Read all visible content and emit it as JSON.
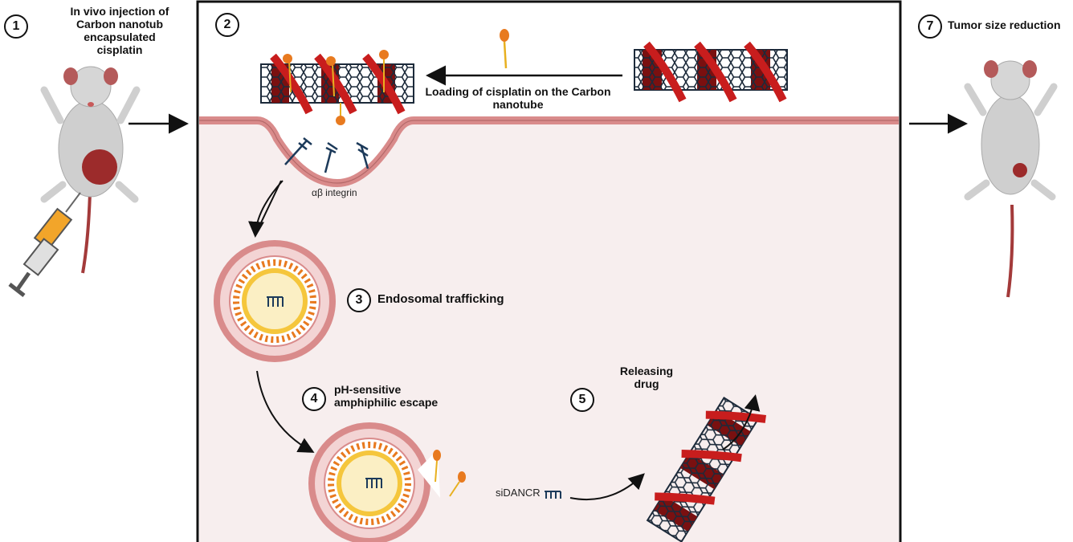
{
  "steps": [
    {
      "number": "1",
      "label": "In vivo injection of Carbon nanotub encapsulated cisplatin"
    },
    {
      "number": "2",
      "label": "Loading of cisplatin on the Carbon nanotube"
    },
    {
      "number": "3",
      "label": "Endosomal trafficking"
    },
    {
      "number": "4",
      "label": "pH-sensitive amphiphilic escape"
    },
    {
      "number": "5",
      "label": "Releasing drug"
    },
    {
      "number": "7",
      "label": "Tumor size reduction"
    }
  ],
  "labels": {
    "integrin": "αβ integrin",
    "sirna": "siDANCR"
  },
  "colors": {
    "membrane": "#d98b8b",
    "cytoplasm": "#f7eeee",
    "helix": "#c81d1d",
    "nanotube": "#1c2a3a",
    "drug": "#e87a1f",
    "vesicle_core": "#f5c63c",
    "mouse": "#cfcfcf",
    "tumor": "#9c2b2b"
  }
}
